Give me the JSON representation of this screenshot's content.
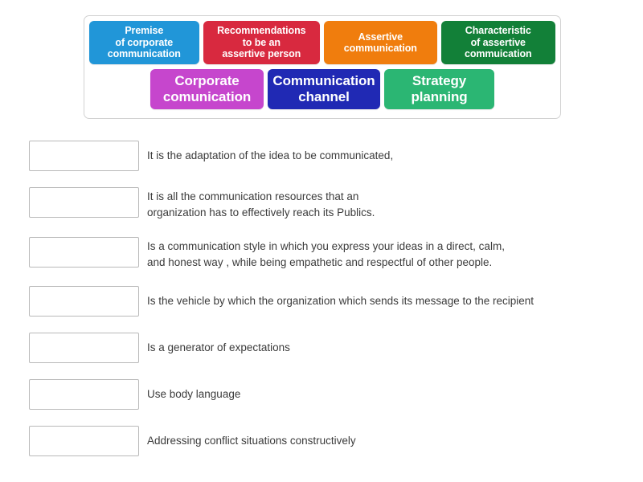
{
  "bank": {
    "rows": [
      [
        {
          "label": "Premise\nof corporate\ncommunication",
          "color": "#2196d8",
          "name": "tile-premise"
        },
        {
          "label": "Recommendations\nto be an\nassertive person",
          "color": "#d8293f",
          "name": "tile-recommendations"
        },
        {
          "label": "Assertive\ncommunication",
          "color": "#f07d0d",
          "name": "tile-assertive-communication"
        },
        {
          "label": "Characteristic\nof assertive\ncommuication",
          "color": "#128038",
          "name": "tile-characteristic"
        }
      ],
      [
        {
          "label": "Corporate\ncomunication",
          "color": "#c646cd",
          "name": "tile-corporate-comunication"
        },
        {
          "label": "Communication\nchannel",
          "color": "#2029b4",
          "name": "tile-communication-channel"
        },
        {
          "label": "Strategy\nplanning",
          "color": "#2bb673",
          "name": "tile-strategy-planning"
        }
      ]
    ]
  },
  "answers": [
    {
      "text": "It is the adaptation of the idea to be communicated,"
    },
    {
      "text": "It is all the communication resources that an\norganization has to effectively reach its Publics."
    },
    {
      "text": "Is a communication style in which you express your ideas in a direct, calm,\nand honest way , while being empathetic and respectful of other people."
    },
    {
      "text": "Is the vehicle by which the organization which sends its message to the recipient"
    },
    {
      "text": "Is a generator of expectations"
    },
    {
      "text": "Use body language"
    },
    {
      "text": "Addressing conflict situations constructively"
    }
  ]
}
